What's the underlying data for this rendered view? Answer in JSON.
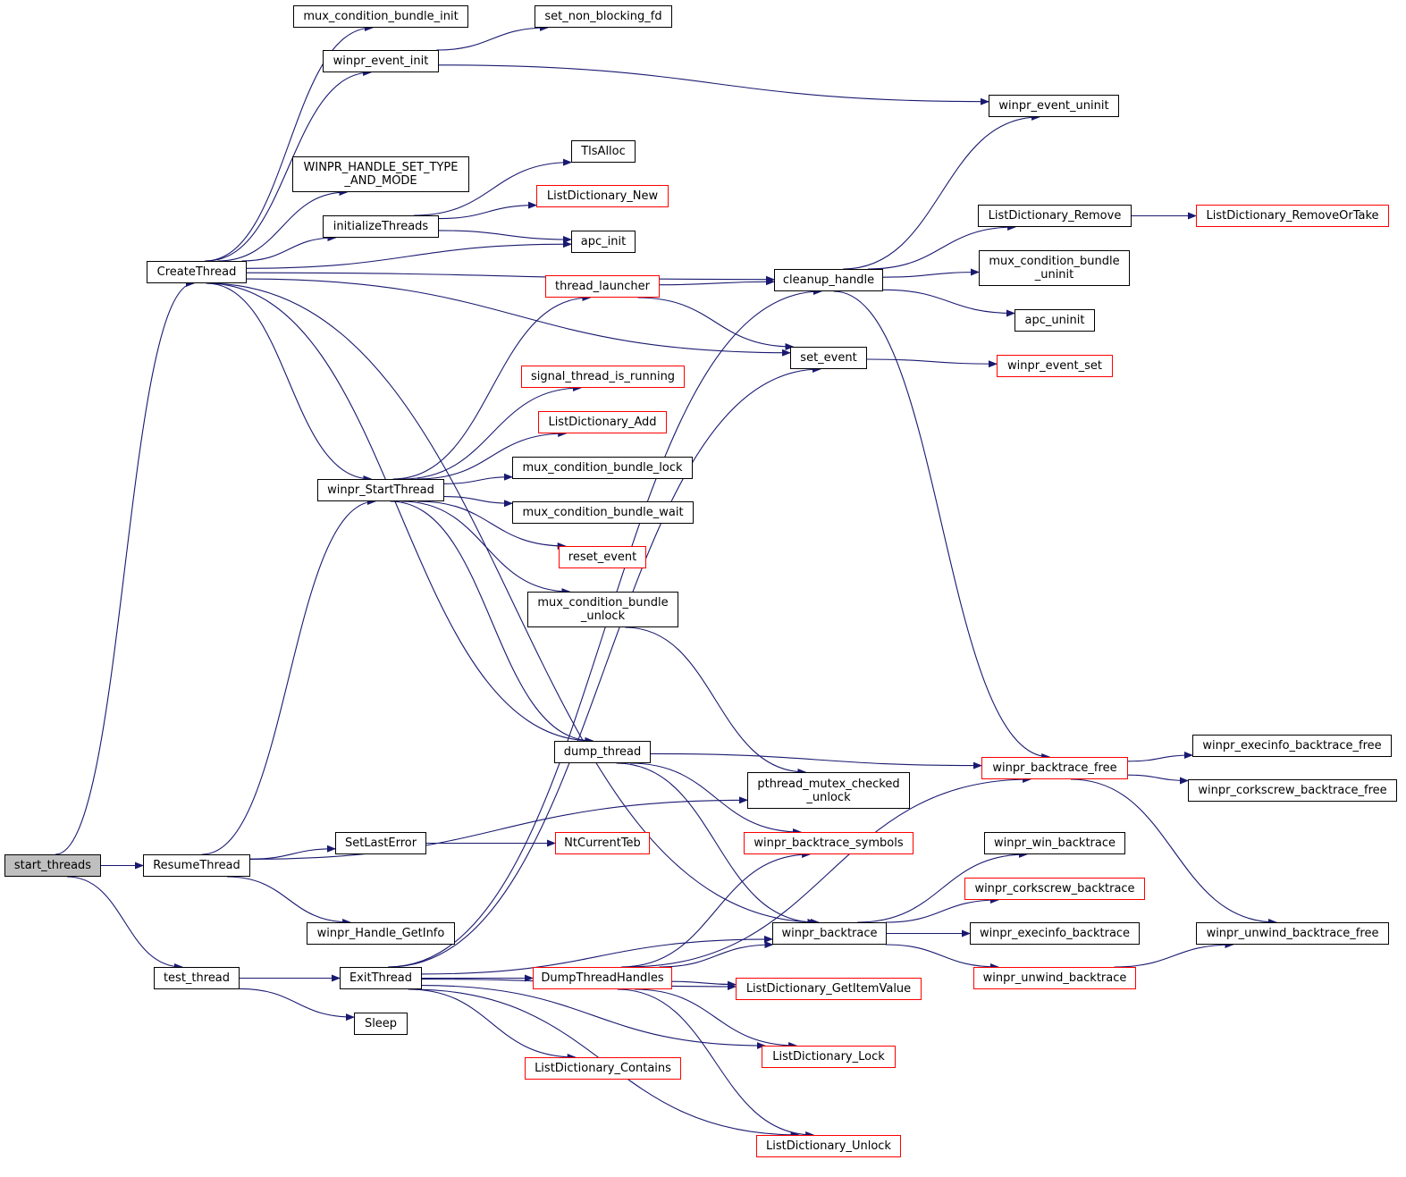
{
  "colors": {
    "edge": "#191970",
    "border_default": "#000000",
    "border_incomplete": "#ff0000",
    "root_fill": "#bfbfbf"
  },
  "nodes": [
    {
      "id": "start_threads",
      "label": "start_threads",
      "style": "root"
    },
    {
      "id": "CreateThread",
      "label": "CreateThread",
      "style": "black"
    },
    {
      "id": "ResumeThread",
      "label": "ResumeThread",
      "style": "black"
    },
    {
      "id": "test_thread",
      "label": "test_thread",
      "style": "black"
    },
    {
      "id": "mux_condition_bundle_init",
      "label": "mux_condition_bundle_init",
      "style": "black"
    },
    {
      "id": "winpr_event_init",
      "label": "winpr_event_init",
      "style": "black"
    },
    {
      "id": "WINPR_HANDLE_SET_TYPE_AND_MODE",
      "label": "WINPR_HANDLE_SET_TYPE\n_AND_MODE",
      "style": "black"
    },
    {
      "id": "initializeThreads",
      "label": "initializeThreads",
      "style": "black"
    },
    {
      "id": "winpr_StartThread",
      "label": "winpr_StartThread",
      "style": "black"
    },
    {
      "id": "SetLastError",
      "label": "SetLastError",
      "style": "black"
    },
    {
      "id": "winpr_Handle_GetInfo",
      "label": "winpr_Handle_GetInfo",
      "style": "black"
    },
    {
      "id": "ExitThread",
      "label": "ExitThread",
      "style": "black"
    },
    {
      "id": "Sleep",
      "label": "Sleep",
      "style": "black"
    },
    {
      "id": "set_non_blocking_fd",
      "label": "set_non_blocking_fd",
      "style": "black"
    },
    {
      "id": "TlsAlloc",
      "label": "TlsAlloc",
      "style": "black"
    },
    {
      "id": "ListDictionary_New",
      "label": "ListDictionary_New",
      "style": "red"
    },
    {
      "id": "apc_init",
      "label": "apc_init",
      "style": "black"
    },
    {
      "id": "thread_launcher",
      "label": "thread_launcher",
      "style": "red"
    },
    {
      "id": "signal_thread_is_running",
      "label": "signal_thread_is_running",
      "style": "red"
    },
    {
      "id": "ListDictionary_Add",
      "label": "ListDictionary_Add",
      "style": "red"
    },
    {
      "id": "mux_condition_bundle_lock",
      "label": "mux_condition_bundle_lock",
      "style": "black"
    },
    {
      "id": "mux_condition_bundle_wait",
      "label": "mux_condition_bundle_wait",
      "style": "black"
    },
    {
      "id": "reset_event",
      "label": "reset_event",
      "style": "red"
    },
    {
      "id": "mux_condition_bundle_unlock",
      "label": "mux_condition_bundle\n_unlock",
      "style": "black"
    },
    {
      "id": "dump_thread",
      "label": "dump_thread",
      "style": "black"
    },
    {
      "id": "NtCurrentTeb",
      "label": "NtCurrentTeb",
      "style": "red"
    },
    {
      "id": "DumpThreadHandles",
      "label": "DumpThreadHandles",
      "style": "red"
    },
    {
      "id": "ListDictionary_Contains",
      "label": "ListDictionary_Contains",
      "style": "red"
    },
    {
      "id": "cleanup_handle",
      "label": "cleanup_handle",
      "style": "black"
    },
    {
      "id": "set_event",
      "label": "set_event",
      "style": "black"
    },
    {
      "id": "pthread_mutex_checked_unlock",
      "label": "pthread_mutex_checked\n_unlock",
      "style": "black"
    },
    {
      "id": "winpr_backtrace_symbols",
      "label": "winpr_backtrace_symbols",
      "style": "red"
    },
    {
      "id": "winpr_backtrace",
      "label": "winpr_backtrace",
      "style": "black"
    },
    {
      "id": "ListDictionary_GetItemValue",
      "label": "ListDictionary_GetItemValue",
      "style": "red"
    },
    {
      "id": "ListDictionary_Lock",
      "label": "ListDictionary_Lock",
      "style": "red"
    },
    {
      "id": "ListDictionary_Unlock",
      "label": "ListDictionary_Unlock",
      "style": "red"
    },
    {
      "id": "winpr_event_uninit",
      "label": "winpr_event_uninit",
      "style": "black"
    },
    {
      "id": "ListDictionary_Remove",
      "label": "ListDictionary_Remove",
      "style": "black"
    },
    {
      "id": "mux_condition_bundle_uninit",
      "label": "mux_condition_bundle\n_uninit",
      "style": "black"
    },
    {
      "id": "apc_uninit",
      "label": "apc_uninit",
      "style": "black"
    },
    {
      "id": "winpr_event_set",
      "label": "winpr_event_set",
      "style": "red"
    },
    {
      "id": "winpr_backtrace_free",
      "label": "winpr_backtrace_free",
      "style": "red"
    },
    {
      "id": "winpr_win_backtrace",
      "label": "winpr_win_backtrace",
      "style": "black"
    },
    {
      "id": "winpr_corkscrew_backtrace",
      "label": "winpr_corkscrew_backtrace",
      "style": "red"
    },
    {
      "id": "winpr_execinfo_backtrace",
      "label": "winpr_execinfo_backtrace",
      "style": "black"
    },
    {
      "id": "winpr_unwind_backtrace",
      "label": "winpr_unwind_backtrace",
      "style": "red"
    },
    {
      "id": "ListDictionary_RemoveOrTake",
      "label": "ListDictionary_RemoveOrTake",
      "style": "red"
    },
    {
      "id": "winpr_execinfo_backtrace_free",
      "label": "winpr_execinfo_backtrace_free",
      "style": "black"
    },
    {
      "id": "winpr_corkscrew_backtrace_free",
      "label": "winpr_corkscrew_backtrace_free",
      "style": "black"
    },
    {
      "id": "winpr_unwind_backtrace_free",
      "label": "winpr_unwind_backtrace_free",
      "style": "black"
    }
  ],
  "edges": [
    [
      "start_threads",
      "CreateThread"
    ],
    [
      "start_threads",
      "ResumeThread"
    ],
    [
      "start_threads",
      "test_thread"
    ],
    [
      "CreateThread",
      "mux_condition_bundle_init"
    ],
    [
      "CreateThread",
      "winpr_event_init"
    ],
    [
      "CreateThread",
      "WINPR_HANDLE_SET_TYPE_AND_MODE"
    ],
    [
      "CreateThread",
      "initializeThreads"
    ],
    [
      "CreateThread",
      "apc_init"
    ],
    [
      "CreateThread",
      "cleanup_handle"
    ],
    [
      "CreateThread",
      "set_event"
    ],
    [
      "CreateThread",
      "winpr_StartThread"
    ],
    [
      "CreateThread",
      "dump_thread"
    ],
    [
      "CreateThread",
      "winpr_backtrace"
    ],
    [
      "winpr_event_init",
      "set_non_blocking_fd"
    ],
    [
      "winpr_event_init",
      "winpr_event_uninit"
    ],
    [
      "initializeThreads",
      "TlsAlloc"
    ],
    [
      "initializeThreads",
      "ListDictionary_New"
    ],
    [
      "initializeThreads",
      "apc_init"
    ],
    [
      "winpr_StartThread",
      "thread_launcher"
    ],
    [
      "winpr_StartThread",
      "signal_thread_is_running"
    ],
    [
      "winpr_StartThread",
      "ListDictionary_Add"
    ],
    [
      "winpr_StartThread",
      "mux_condition_bundle_lock"
    ],
    [
      "winpr_StartThread",
      "mux_condition_bundle_wait"
    ],
    [
      "winpr_StartThread",
      "reset_event"
    ],
    [
      "winpr_StartThread",
      "mux_condition_bundle_unlock"
    ],
    [
      "winpr_StartThread",
      "dump_thread"
    ],
    [
      "thread_launcher",
      "cleanup_handle"
    ],
    [
      "thread_launcher",
      "set_event"
    ],
    [
      "mux_condition_bundle_unlock",
      "pthread_mutex_checked_unlock"
    ],
    [
      "cleanup_handle",
      "winpr_event_uninit"
    ],
    [
      "cleanup_handle",
      "ListDictionary_Remove"
    ],
    [
      "cleanup_handle",
      "mux_condition_bundle_uninit"
    ],
    [
      "cleanup_handle",
      "apc_uninit"
    ],
    [
      "cleanup_handle",
      "winpr_backtrace_free"
    ],
    [
      "ListDictionary_Remove",
      "ListDictionary_RemoveOrTake"
    ],
    [
      "set_event",
      "winpr_event_set"
    ],
    [
      "dump_thread",
      "winpr_backtrace_free"
    ],
    [
      "dump_thread",
      "winpr_backtrace_symbols"
    ],
    [
      "dump_thread",
      "winpr_backtrace"
    ],
    [
      "ResumeThread",
      "winpr_StartThread"
    ],
    [
      "ResumeThread",
      "SetLastError"
    ],
    [
      "ResumeThread",
      "pthread_mutex_checked_unlock"
    ],
    [
      "ResumeThread",
      "winpr_Handle_GetInfo"
    ],
    [
      "SetLastError",
      "NtCurrentTeb"
    ],
    [
      "test_thread",
      "ExitThread"
    ],
    [
      "test_thread",
      "Sleep"
    ],
    [
      "ExitThread",
      "cleanup_handle"
    ],
    [
      "ExitThread",
      "set_event"
    ],
    [
      "ExitThread",
      "winpr_backtrace"
    ],
    [
      "ExitThread",
      "DumpThreadHandles"
    ],
    [
      "ExitThread",
      "ListDictionary_GetItemValue"
    ],
    [
      "ExitThread",
      "ListDictionary_Contains"
    ],
    [
      "ExitThread",
      "ListDictionary_Lock"
    ],
    [
      "ExitThread",
      "ListDictionary_Unlock"
    ],
    [
      "DumpThreadHandles",
      "winpr_backtrace_symbols"
    ],
    [
      "DumpThreadHandles",
      "winpr_backtrace_free"
    ],
    [
      "DumpThreadHandles",
      "winpr_backtrace"
    ],
    [
      "DumpThreadHandles",
      "ListDictionary_GetItemValue"
    ],
    [
      "DumpThreadHandles",
      "ListDictionary_Lock"
    ],
    [
      "DumpThreadHandles",
      "ListDictionary_Unlock"
    ],
    [
      "winpr_backtrace_free",
      "winpr_execinfo_backtrace_free"
    ],
    [
      "winpr_backtrace_free",
      "winpr_corkscrew_backtrace_free"
    ],
    [
      "winpr_backtrace_free",
      "winpr_unwind_backtrace_free"
    ],
    [
      "winpr_backtrace",
      "winpr_win_backtrace"
    ],
    [
      "winpr_backtrace",
      "winpr_corkscrew_backtrace"
    ],
    [
      "winpr_backtrace",
      "winpr_execinfo_backtrace"
    ],
    [
      "winpr_backtrace",
      "winpr_unwind_backtrace"
    ],
    [
      "winpr_unwind_backtrace",
      "winpr_unwind_backtrace_free"
    ]
  ]
}
